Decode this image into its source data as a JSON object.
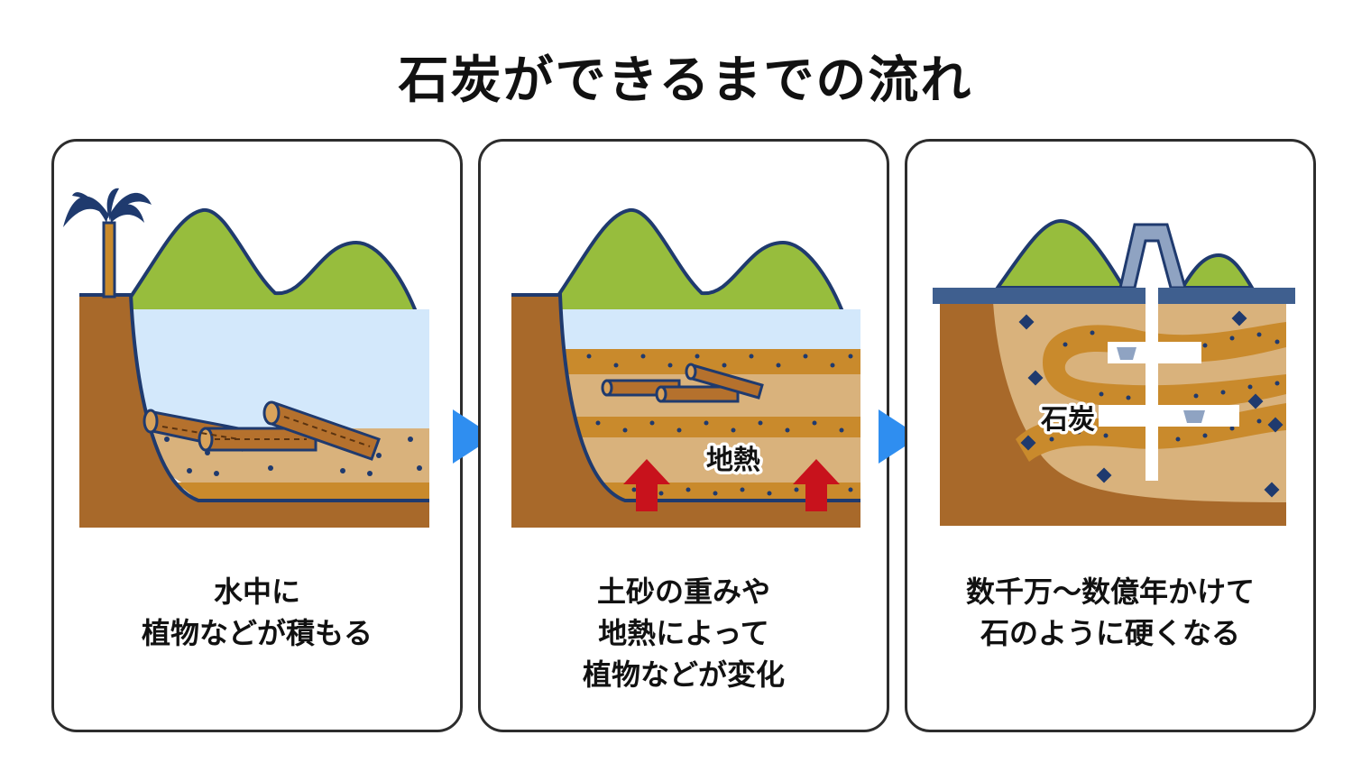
{
  "title": "石炭ができるまでの流れ",
  "steps": [
    {
      "caption_lines": [
        "水中に",
        "植物などが積もる"
      ]
    },
    {
      "caption_lines": [
        "土砂の重みや",
        "地熱によって",
        "植物などが変化"
      ],
      "label": "地熱"
    },
    {
      "caption_lines": [
        "数千万〜数億年かけて",
        "石のように硬くなる"
      ],
      "label": "石炭"
    }
  ],
  "colors": {
    "mountain": "#97bd3d",
    "outline": "#1f3a6e",
    "soil_dark": "#a8692a",
    "soil_light": "#d9b27c",
    "layer_orange": "#c98a2c",
    "water": "#d3e8fb",
    "heat_arrow": "#c8121c",
    "next_arrow": "#2f8ef0",
    "palm": "#1f3a6e",
    "surface": "#3f5f8f"
  }
}
